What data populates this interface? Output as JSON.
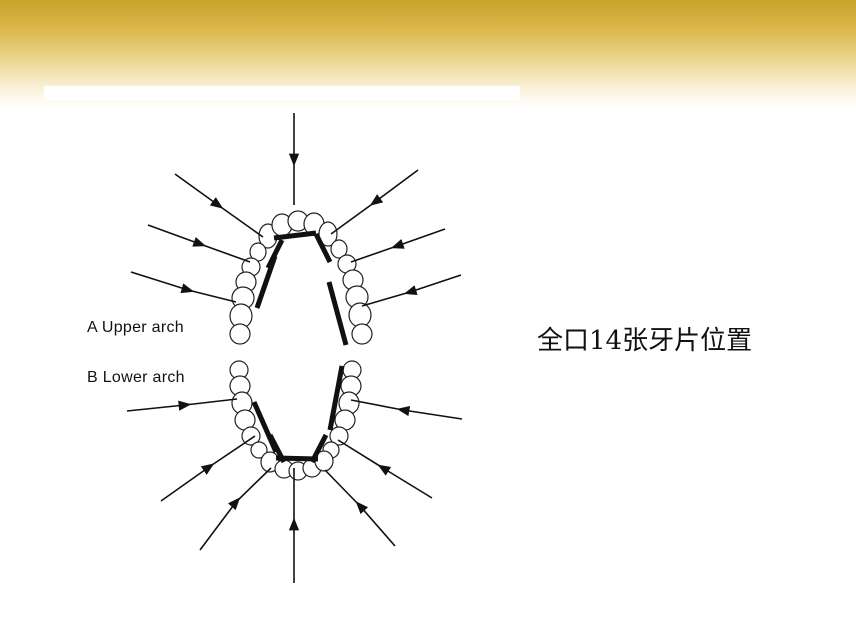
{
  "labels": {
    "upper_arch": "A  Upper arch",
    "lower_arch": "B  Lower arch"
  },
  "caption": "全口14张牙片位置",
  "colors": {
    "banner_gold": "#c9a22a",
    "line": "#111111",
    "background": "#ffffff"
  }
}
